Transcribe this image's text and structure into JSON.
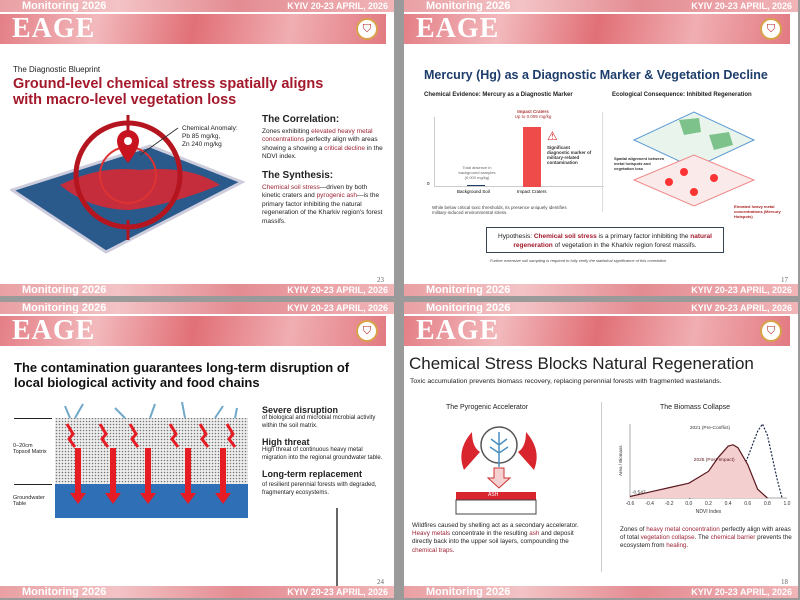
{
  "header": {
    "brand": "Monitoring 2026",
    "date": "KYIV 20-23 APRIL, 2026",
    "banner": "EAGE",
    "logo_icon": "shield-emblem-icon"
  },
  "slides": [
    {
      "page": "23",
      "eyebrow": "The Diagnostic Blueprint",
      "title": "Ground-level chemical stress spatially aligns with macro-level vegetation loss",
      "callout": "Chemical Anomaly:",
      "callout_l1": "Pb 85 mg/kg,",
      "callout_l2": "Zn 240 mg/kg",
      "h1": "The Correlation:",
      "p1a": "Zones exhibiting ",
      "p1b": "elevated heavy metal concentrations",
      "p1c": " perfectly align with areas showing a showing a ",
      "p1d": "critical decline",
      "p1e": " in the NDVI index.",
      "h2": "The Synthesis:",
      "p2a": "Chemical soil stress",
      "p2b": "—driven by both kinetic craters and ",
      "p2c": "pyrogenic ash",
      "p2d": "—is the primary factor inhibiting the natural regeneration of the Kharkiv region's forest massifs."
    },
    {
      "page": "17",
      "title": "Mercury (Hg) as a Diagnostic Marker & Vegetation Decline",
      "left_h": "Chemical Evidence: Mercury as a Diagnostic Marker",
      "right_h": "Ecological Consequence: Inhibited Regeneration",
      "bar_label": "Impact Craters",
      "bar_value": "Up to 0.095 mg/kg",
      "bg_note": "Total absence in background samples (0.000 mg/kg)",
      "zero": "0",
      "cat1": "Background Soil",
      "cat2": "Impact Craters",
      "warning": "Significant diagnostic marker of military-related contamination",
      "foot": "While below critical toxic thresholds, its presence uniquely identifies military-induced environmental stress.",
      "align_note": "Spatial alignment between metal hotspots and vegetation loss",
      "hotspot_note": "Elevated heavy metal concentrations (Mercury Hotspots)",
      "hyp_a": "Hypothesis: ",
      "hyp_b": "Chemical soil stress",
      "hyp_c": " is a primary factor inhibiting the ",
      "hyp_d": "natural regeneration",
      "hyp_e": " of vegetation in the Kharkiv region forest massifs.",
      "note": "Further extensive soil sampling is required to fully verify the statistical significance of this correlation"
    },
    {
      "page": "24",
      "title": "The contamination guarantees long-term disruption of local biological activity and food chains",
      "layer1": "0–20cm Topsoil Matrix",
      "layer2": "Groundwater Table",
      "h1": "Severe disruption",
      "p1": "of biological and microbial mcrobial activity within the soil matrix.",
      "h2": "High threat",
      "p2": "High threat of continuous heavy metal migration into the regional groundwater table.",
      "h3": "Long-term replacement",
      "p3": "of resilient perennial forests with degraded, fragmentary ecosystems."
    },
    {
      "page": "18",
      "title": "Chemical Stress Blocks Natural Regeneration",
      "subtitle": "Toxic accumulation prevents biomass recovery, replacing perennial forests with fragmented wastelands.",
      "left_h": "The Pyrogenic Accelerator",
      "ash": "ASH",
      "lp_a": "Wildfires caused by shelling act as a secondary accelerator. ",
      "lp_b": "Heavy metals",
      "lp_c": " concentrate in the resulting ",
      "lp_d": "ash",
      "lp_e": " and deposit directly back into the upper soil layers, compounding the ",
      "lp_f": "chemical traps",
      "right_h": "The Biomass Collapse",
      "rp_a": "Zones of ",
      "rp_b": "heavy metal concentration",
      "rp_c": " perfectly align with areas of total ",
      "rp_d": "vegetation collapse",
      "rp_e": ". The ",
      "rp_f": "chemical barrier",
      "rp_g": " prevents the ecosystem from ",
      "rp_h": "healing"
    }
  ],
  "chart_data": {
    "type": "line",
    "title": "The Biomass Collapse",
    "xlabel": "NDVI Index",
    "ylabel": "Area / Biomass",
    "xlim": [
      -0.6,
      1.0
    ],
    "xticks": [
      "-0.6",
      "-0.4",
      "-0.2",
      "0.0",
      "0.2",
      "0.4",
      "0.6",
      "0.8",
      "1.0"
    ],
    "annotation": "-0.547",
    "series": [
      {
        "name": "2021 (Pre-Conflict)",
        "style": "dashed",
        "x": [
          0.0,
          0.2,
          0.4,
          0.5,
          0.6,
          0.7,
          0.75,
          0.8,
          0.9,
          0.95
        ],
        "y": [
          0,
          0.03,
          0.12,
          0.25,
          0.55,
          0.9,
          1.0,
          0.85,
          0.25,
          0
        ]
      },
      {
        "name": "2025 (Post-Impact)",
        "style": "solid-filled",
        "x": [
          -0.6,
          -0.4,
          -0.2,
          0.0,
          0.2,
          0.3,
          0.4,
          0.45,
          0.5,
          0.6,
          0.7,
          0.8
        ],
        "y": [
          0.02,
          0.08,
          0.14,
          0.2,
          0.36,
          0.55,
          0.7,
          0.72,
          0.68,
          0.45,
          0.12,
          0
        ]
      }
    ]
  }
}
